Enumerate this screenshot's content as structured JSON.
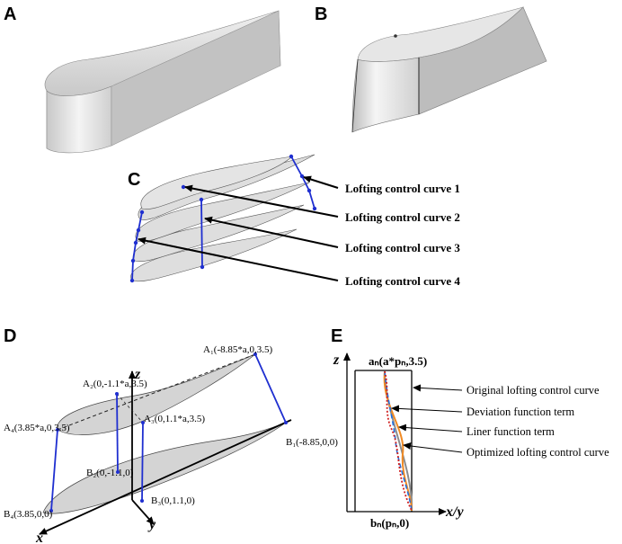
{
  "panels": {
    "a": {
      "letter": "A"
    },
    "b": {
      "letter": "B"
    },
    "c": {
      "letter": "C",
      "labels": [
        "Lofting control curve 1",
        "Lofting control curve 2",
        "Lofting control curve 3",
        "Lofting control curve 4"
      ]
    },
    "d": {
      "letter": "D",
      "axes": {
        "x": "x",
        "y": "y",
        "z": "z"
      },
      "points": {
        "a1": "A₁(-8.85*a,0,3.5)",
        "a2": "A₂(0,-1.1*a,3.5)",
        "a3": "A₃(0,1.1*a,3.5)",
        "a4": "A₄(3.85*a,0,3.5)",
        "b1": "B₁(-8.85,0,0)",
        "b2": "B₂(0,-1.1,0)",
        "b3": "B₃(0,1.1,0)",
        "b4": "B₄(3.85,0,0)"
      }
    },
    "e": {
      "letter": "E",
      "axis_z": "z",
      "axis_xy": "x/y",
      "top": "aₙ(a*pₙ,3.5)",
      "bottom": "bₙ(pₙ,0)",
      "labels": [
        "Original lofting control curve",
        "Deviation function term",
        "Liner function term",
        "Optimized lofting control curve"
      ]
    }
  },
  "colors": {
    "surface": "#d9d9d9",
    "surface_dark": "#b9b9b9",
    "control_curve": "#1f2fd0",
    "original_curve": "#8c8c8c",
    "deviation": "#d02020",
    "liner": "#1f6fe0",
    "optimized": "#f08a24"
  }
}
